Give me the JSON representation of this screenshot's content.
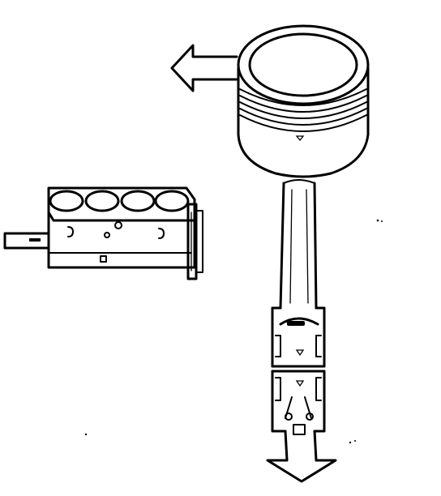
{
  "figure": {
    "background": "#ffffff",
    "ink_color": "#000000",
    "parts": [
      "cylinder-block",
      "piston",
      "connecting-rod",
      "rod-cap"
    ],
    "arrows": [
      "left-arrow",
      "down-arrow"
    ]
  }
}
